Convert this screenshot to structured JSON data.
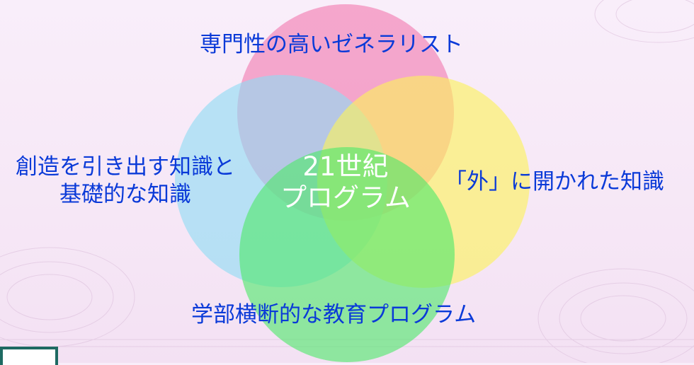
{
  "diagram": {
    "top_label": "専門性の高いゼネラリスト",
    "left_label_line1": "創造を引き出す知識と",
    "left_label_line2": "基礎的な知識",
    "right_label": "「外」に開かれた知識",
    "bottom_label": "学部横断的な教育プログラム",
    "center_line1": "21世紀",
    "center_line2": "プログラム"
  },
  "colors": {
    "pink_circle": "#f27ab0",
    "cyan_circle": "#8fdcf4",
    "yellow_circle": "#fbf25a",
    "green_circle": "#4fe96a",
    "label_text": "#0a3ad8",
    "center_text": "#ffffff"
  }
}
